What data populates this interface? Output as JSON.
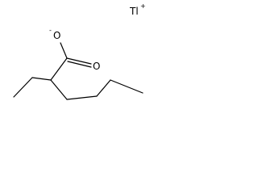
{
  "structure": {
    "cation": {
      "symbol": "Tl",
      "charge": "+"
    },
    "anion": {
      "charged_oxygen": {
        "symbol": "O",
        "charge": "-"
      },
      "carbonyl_oxygen": {
        "symbol": "O"
      }
    }
  }
}
